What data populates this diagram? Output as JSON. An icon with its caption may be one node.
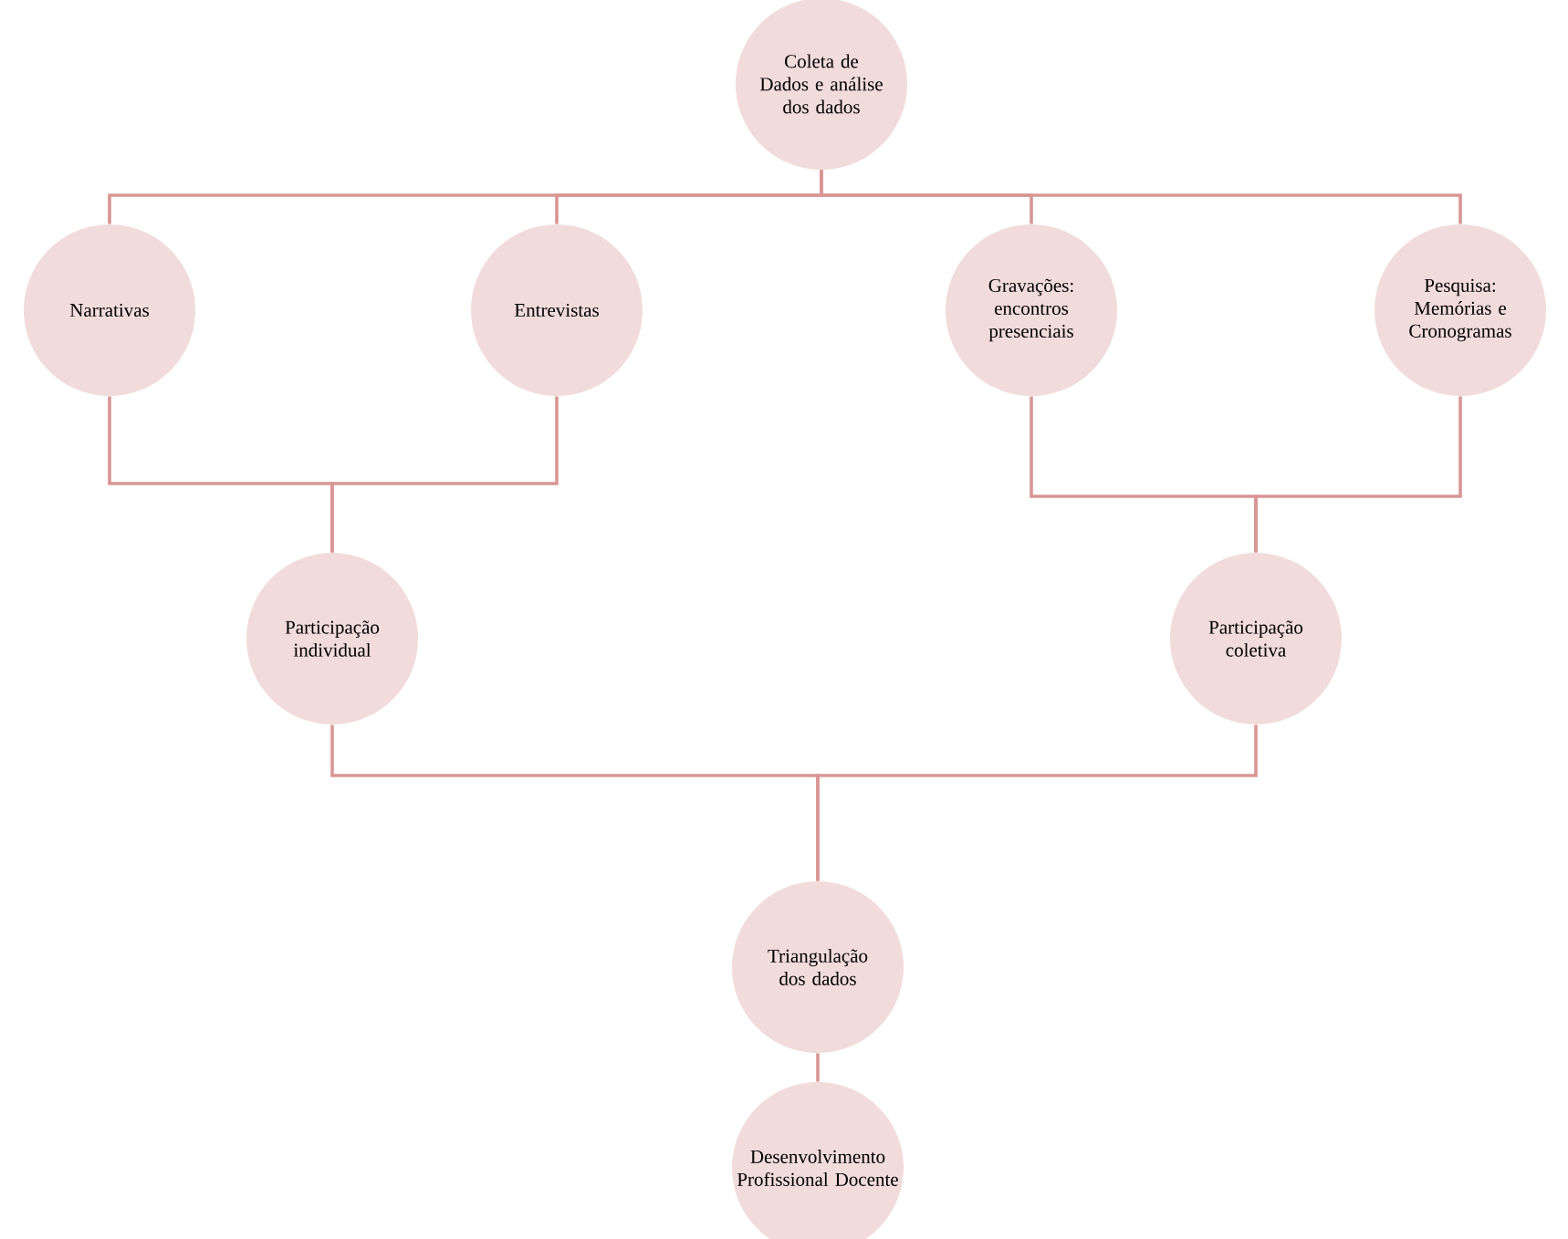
{
  "diagram": {
    "nodes": [
      {
        "text": [
          "Coleta de Dados e análise dos dados"
        ]
      },
      {
        "text": [
          "Narrativas"
        ]
      },
      {
        "text": [
          "Entrevistas"
        ]
      },
      {
        "text": [
          "Gravações: encontros presenciais"
        ]
      },
      {
        "text": [
          "Pesquisa: Memórias e Cronogramas"
        ]
      },
      {
        "text": [
          "Participação individual"
        ]
      },
      {
        "text": [
          "Participação coletiva"
        ]
      },
      {
        "text": [
          "Triangulação dos dados"
        ]
      },
      {
        "text": [
          "Desenvolvimento Profissional Docente"
        ]
      }
    ],
    "edges": [
      {
        "from": 0,
        "to": 1,
        "arrow": "none"
      },
      {
        "from": 0,
        "to": 2,
        "arrow": "none"
      },
      {
        "from": 0,
        "to": 3,
        "arrow": "none"
      },
      {
        "from": 0,
        "to": 4,
        "arrow": "none"
      },
      {
        "from": 1,
        "to": 5,
        "arrow": "none"
      },
      {
        "from": 2,
        "to": 5,
        "arrow": "none"
      },
      {
        "from": 3,
        "to": 6,
        "arrow": "none"
      },
      {
        "from": 4,
        "to": 6,
        "arrow": "none"
      },
      {
        "from": 5,
        "to": 7,
        "arrow": "none"
      },
      {
        "from": 6,
        "to": 7,
        "arrow": "none"
      },
      {
        "from": 7,
        "to": 8,
        "arrow": "none"
      }
    ]
  }
}
